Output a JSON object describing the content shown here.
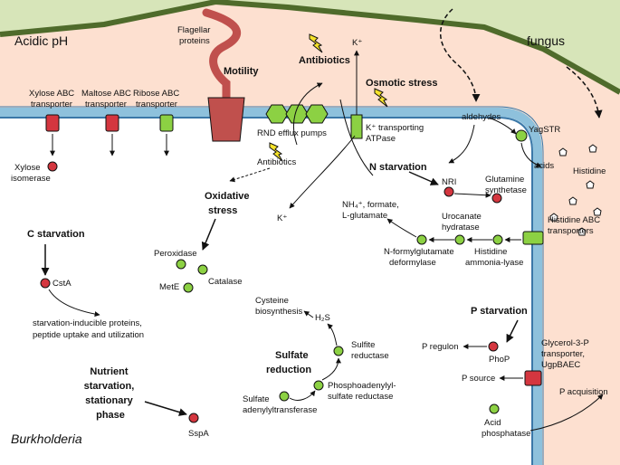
{
  "regions": {
    "outside": "Acidic pH",
    "fungus": "fungus",
    "organism": "Burkholderia"
  },
  "stresses": {
    "motility": "Motility",
    "antibiotics": "Antibiotics",
    "osmotic": "Osmotic stress",
    "oxidative": [
      "Oxidative",
      "stress"
    ],
    "c_starvation": "C starvation",
    "n_starvation": "N starvation",
    "p_starvation": "P starvation",
    "sulfate": [
      "Sulfate",
      "reduction"
    ],
    "nutrient": [
      "Nutrient",
      "starvation,",
      "stationary",
      "phase"
    ]
  },
  "labels": {
    "flagellar": [
      "Flagellar",
      "proteins"
    ],
    "xylose_tr": [
      "Xylose ABC",
      "transporter"
    ],
    "maltose_tr": [
      "Maltose ABC",
      "transporter"
    ],
    "ribose_tr": [
      "Ribose ABC",
      "transporter"
    ],
    "xylose_iso": [
      "Xylose",
      "isomerase"
    ],
    "rnd": "RND efflux pumps",
    "antibiotics_in": "Antibiotics",
    "k_top": "K⁺",
    "k_bottom": "K⁺",
    "k_atpase": [
      "K⁺ transporting",
      "ATPase"
    ],
    "aldehydes": "aldehydes",
    "yagstr": "YagSTR",
    "acids": "acids",
    "histidine": "Histidine",
    "histidine_abc": [
      "Histidine ABC",
      "transporters"
    ],
    "nr": "NRI",
    "glutamine": [
      "Glutamine",
      "synthetase"
    ],
    "nh4": [
      "NH₄⁺, formate,",
      "L-glutamate"
    ],
    "urocanate": [
      "Urocanate",
      "hydratase"
    ],
    "nformyl": [
      "N-formylglutamate",
      "deformylase"
    ],
    "hal": [
      "Histidine",
      "ammonia-lyase"
    ],
    "peroxidase": "Peroxidase",
    "catalase": "Catalase",
    "mete": "MetE",
    "csta": "CstA",
    "starvation_proteins": [
      "starvation-inducible proteins,",
      "peptide uptake and utilization"
    ],
    "cysteine": [
      "Cysteine",
      "biosynthesis"
    ],
    "h2s": "H₂S",
    "sulfite": [
      "Sulfite",
      "reductase"
    ],
    "paps": [
      "Phosphoadenylyl-",
      "sulfate reductase"
    ],
    "sat": [
      "Sulfate",
      "adenylyltransferase"
    ],
    "sspa": "SspA",
    "p_regulon": "P regulon",
    "phop": "PhoP",
    "p_source": "P source",
    "glycerol": [
      "Glycerol-3-P",
      "transporter,",
      "UgpBAEC"
    ],
    "p_acq": "P acquisition",
    "acid_phos": [
      "Acid",
      "phosphatase"
    ]
  },
  "colors": {
    "outside_bg": "#fde0d0",
    "fungus_bg": "#d7e5b9",
    "fungus_line": "#4f6b2b",
    "membrane": "#8ec1dc",
    "membrane_edge": "#3b78a8",
    "green_node": "#8cd143",
    "red_node": "#d4363f",
    "flagellum": "#c0504d",
    "lightning": "#f6e32a"
  }
}
